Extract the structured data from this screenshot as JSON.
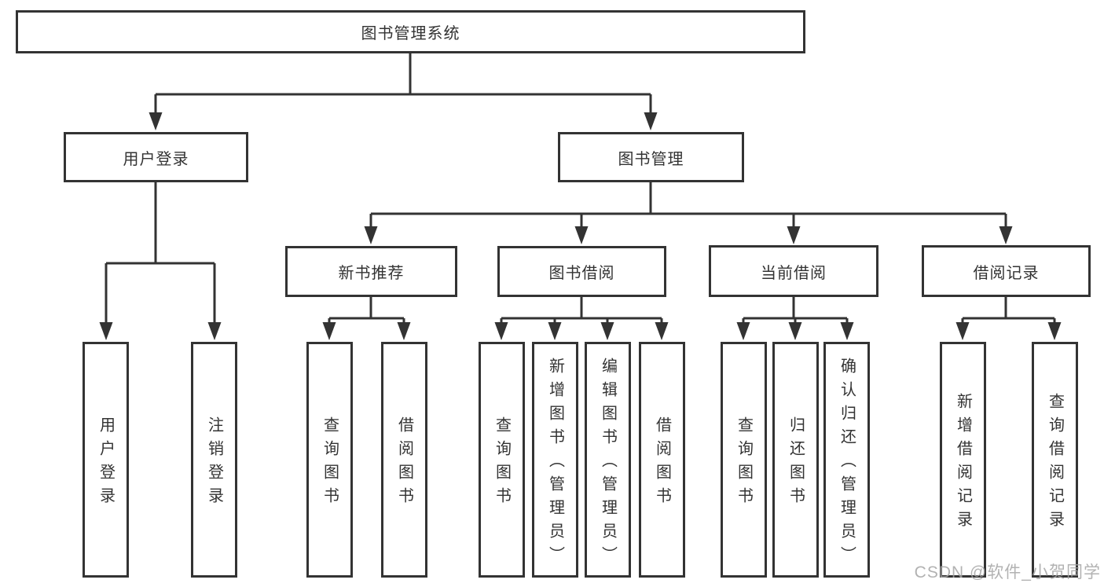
{
  "colors": {
    "line": "#333333",
    "text": "#333333",
    "box_background": "#ffffff",
    "watermark": "#a5a5a5"
  },
  "tree": {
    "root": {
      "label": "图书管理系统"
    },
    "branches": [
      {
        "label": "用户登录",
        "children": [
          {
            "label": "用户登录"
          },
          {
            "label": "注销登录"
          }
        ]
      },
      {
        "label": "图书管理",
        "children": [
          {
            "label": "新书推荐",
            "children": [
              {
                "label": "查询图书"
              },
              {
                "label": "借阅图书"
              }
            ]
          },
          {
            "label": "图书借阅",
            "children": [
              {
                "label": "查询图书"
              },
              {
                "label": "新增图书（管理员）"
              },
              {
                "label": "编辑图书（管理员）"
              },
              {
                "label": "借阅图书"
              }
            ]
          },
          {
            "label": "当前借阅",
            "children": [
              {
                "label": "查询图书"
              },
              {
                "label": "归还图书"
              },
              {
                "label": "确认归还（管理员）"
              }
            ]
          },
          {
            "label": "借阅记录",
            "children": [
              {
                "label": "新增借阅记录"
              },
              {
                "label": "查询借阅记录"
              }
            ]
          }
        ]
      }
    ]
  },
  "watermark": {
    "text": "CSDN @软件_小贺同学"
  }
}
